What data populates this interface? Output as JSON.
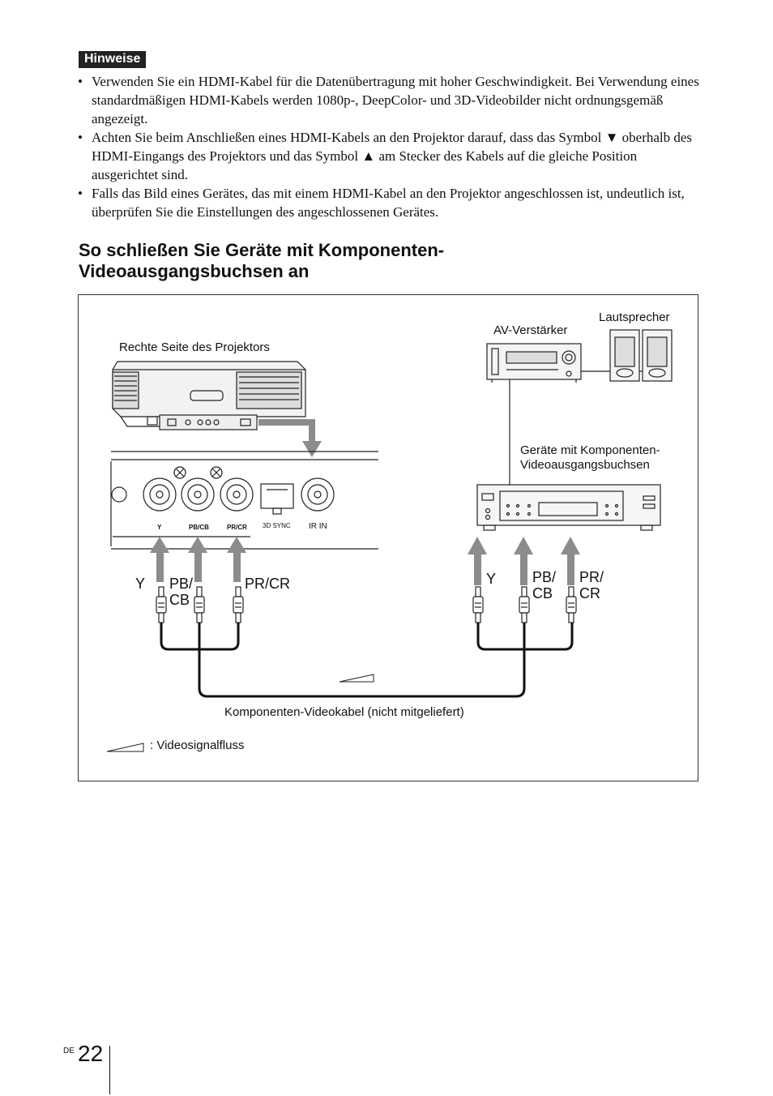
{
  "notes": {
    "badge": "Hinweise",
    "bullet_glyph": "•",
    "items": [
      "Verwenden Sie ein HDMI-Kabel für die Datenübertragung mit hoher Geschwindigkeit. Bei Verwendung eines standardmäßigen HDMI-Kabels werden 1080p-, DeepColor- und 3D-Videobilder nicht ordnungsgemäß angezeigt.",
      "Achten Sie beim Anschließen eines HDMI-Kabels an den Projektor darauf, dass das Symbol ▼ oberhalb des HDMI-Eingangs des Projektors und das Symbol ▲ am Stecker des Kabels auf die gleiche Position ausgerichtet sind.",
      "Falls das Bild eines Gerätes, das mit einem HDMI-Kabel an den Projektor angeschlossen ist, undeutlich ist, überprüfen Sie die Einstellungen des angeschlossenen Gerätes."
    ]
  },
  "section": {
    "heading_line1": "So schließen Sie Geräte mit Komponenten-",
    "heading_line2": "Videoausgangsbuchsen an"
  },
  "diagram": {
    "projector_label": "Rechte Seite des Projektors",
    "amp_label": "AV-Verstärker",
    "speaker_label": "Lautsprecher",
    "device_label_line1": "Geräte mit Komponenten-",
    "device_label_line2": "Videoausgangsbuchsen",
    "panel_labels": {
      "y": "Y",
      "pb": "PB/CB",
      "pr": "PR/CR",
      "sync": "3D SYNC",
      "ir": "IR IN"
    },
    "plug_labels_left": {
      "y": "Y",
      "pb_1": "PB/",
      "pb_2": "CB",
      "pr": "PR/CR"
    },
    "plug_labels_right": {
      "y": "Y",
      "pb_1": "PB/",
      "pb_2": "CB",
      "pr_1": "PR/",
      "pr_2": "CR"
    },
    "cable_label": "Komponenten-Videokabel (nicht mitgeliefert)",
    "legend_label": ": Videosignalfluss",
    "arrow_color": "#8c8c8c"
  },
  "footer": {
    "lang": "DE",
    "page_number": "22"
  }
}
